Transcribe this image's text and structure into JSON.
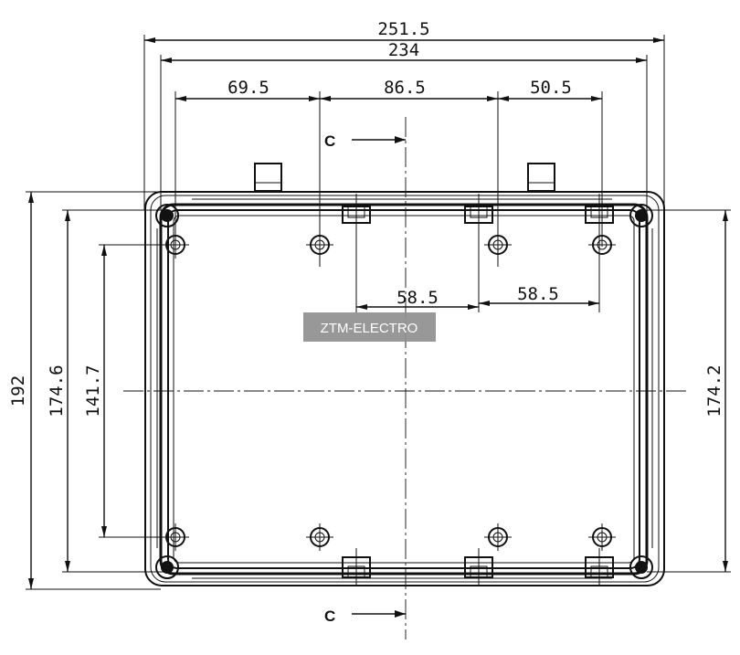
{
  "dimensions": {
    "overall_width": "251.5",
    "inner_width": "234",
    "hole_left_span": "69.5",
    "hole_middle_span": "86.5",
    "hole_right_span": "50.5",
    "slot_span_left": "58.5",
    "slot_span_right": "58.5",
    "overall_height": "192",
    "left_height_outer": "174.6",
    "left_height_inner": "141.7",
    "right_height": "174.2"
  },
  "section": {
    "top_label": "C",
    "bottom_label": "C"
  },
  "watermark": {
    "text": "ZTM-ELECTRO"
  }
}
